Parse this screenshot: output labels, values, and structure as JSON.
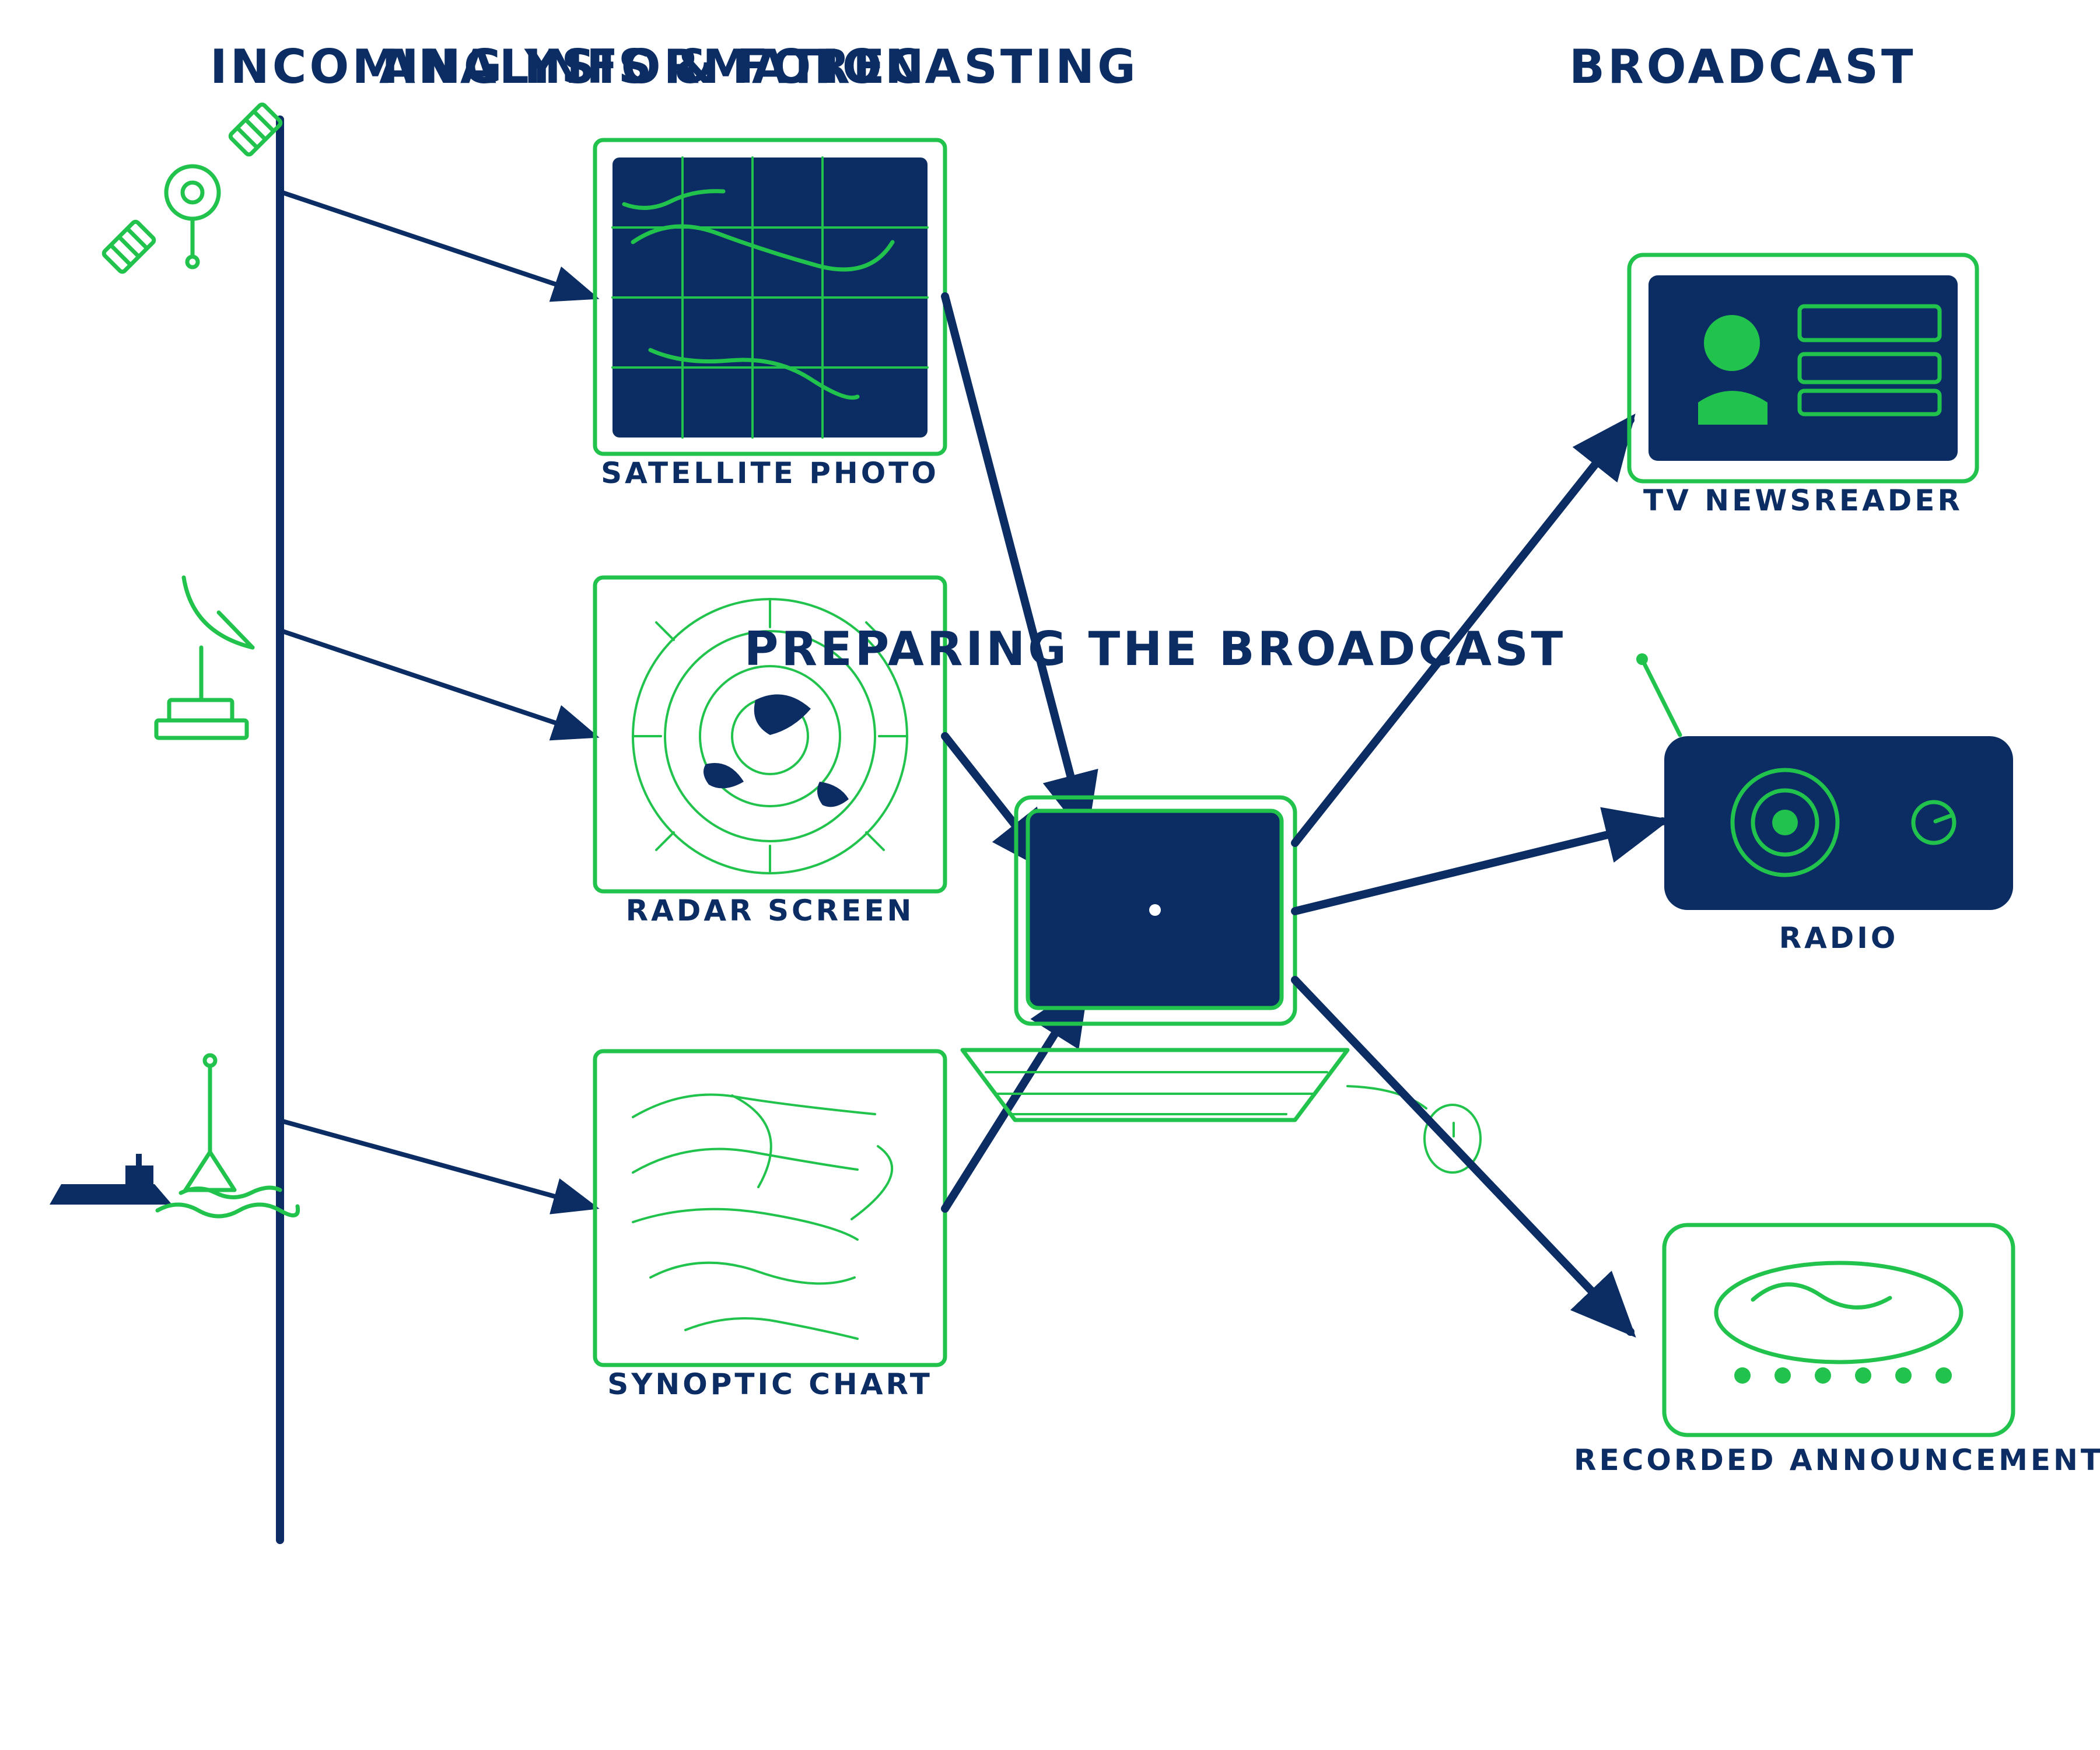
{
  "headers": {
    "incoming": "INCOMING INFORMATION",
    "analysis": "ANALYSIS & FORECASTING",
    "broadcast": "BROADCAST",
    "preparing": "PREPARING THE BROADCAST"
  },
  "sources": [
    {
      "label": "SATELLITE PHOTO",
      "icon": "satellite-photo-icon"
    },
    {
      "label": "RADAR SCREEN",
      "icon": "radar-screen-icon"
    },
    {
      "label": "SYNOPTIC CHART",
      "icon": "synoptic-chart-icon"
    }
  ],
  "outputs": [
    {
      "label": "TV NEWSREADER",
      "icon": "tv-newsreader-icon"
    },
    {
      "label": "RADIO",
      "icon": "radio-icon"
    },
    {
      "label": "RECORDED ANNOUNCEMENT",
      "icon": "recorded-announcement-icon"
    }
  ],
  "colors": {
    "navy": "#0c2d63",
    "green": "#22c34d",
    "background": "#ffffff"
  }
}
